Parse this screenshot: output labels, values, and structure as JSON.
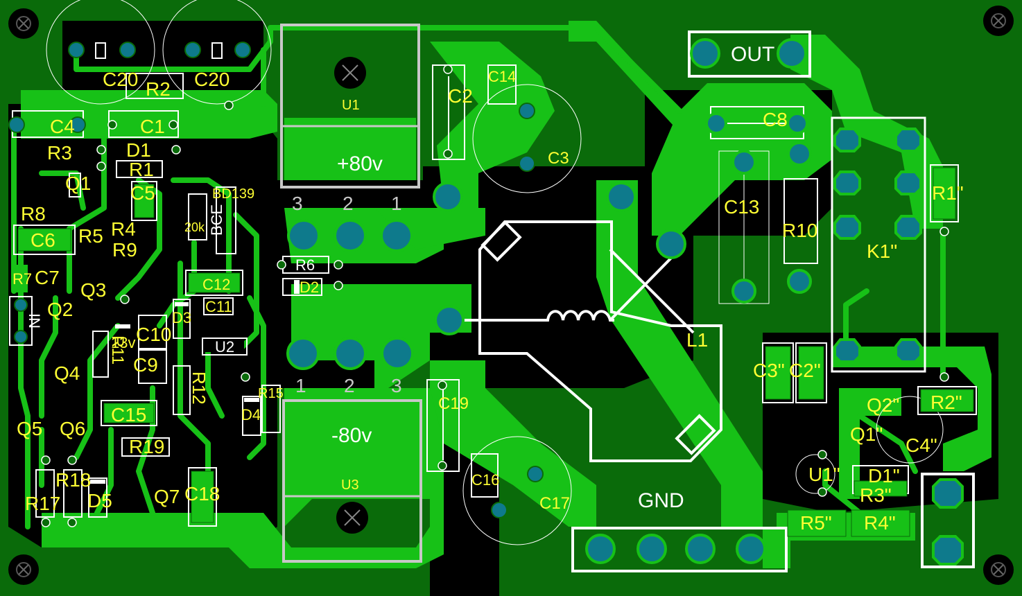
{
  "colors": {
    "board": "#0a6b0a",
    "copper": "#17c117",
    "void": "#000000",
    "pad": "#0e7a8c",
    "silk": "#ffffff",
    "label": "#ffff33",
    "outline": "#c8c8c8"
  },
  "connectors": {
    "out": "OUT",
    "gnd": "GND",
    "in": "IN"
  },
  "regulators": {
    "u1_name": "U1",
    "u1_voltage": "+80v",
    "u1_pin1": "1",
    "u1_pin2": "2",
    "u1_pin3": "3",
    "u3_name": "U3",
    "u3_voltage": "-80v",
    "u3_pin1": "1",
    "u3_pin2": "2",
    "u3_pin3": "3"
  },
  "labels": {
    "c20a": "C20",
    "c20b": "C20",
    "r2": "R2",
    "c4": "C4",
    "c1": "C1",
    "r3": "R3",
    "d1": "D1",
    "r1": "R1",
    "q1": "Q1",
    "c5": "C5",
    "r8": "R8",
    "c6": "C6",
    "r5": "R5",
    "r4": "R4",
    "r9": "R9",
    "r7": "R7",
    "c7": "C7",
    "q3": "Q3",
    "q2": "Q2",
    "r11": "R11",
    "v13": "13v",
    "c10": "C10",
    "c9": "C9",
    "q4": "Q4",
    "r12": "R12",
    "c15": "C15",
    "q5": "Q5",
    "q6": "Q6",
    "r19": "R19",
    "r18": "R18",
    "r17": "R17",
    "d5": "D5",
    "q7": "Q7",
    "c18": "C18",
    "bd139": "BD139",
    "bce": "BCE",
    "k20": "20k",
    "c12": "C12",
    "c11": "C11",
    "d3": "D3",
    "u2": "U2",
    "r6": "R6",
    "d2": "D2",
    "r15": "R15",
    "d4": "D4",
    "c2": "C2",
    "c14": "C14",
    "c3": "C3",
    "c19": "C19",
    "c16": "C16",
    "c17": "C17",
    "c8": "C8",
    "c13": "C13",
    "r10": "R10",
    "l1": "L1",
    "k1": "K1\"",
    "r1p": "R1\"",
    "c3p": "C3\"",
    "c2p": "C2\"",
    "q2p": "Q2\"",
    "r2p": "R2\"",
    "q1p": "Q1\"",
    "c4p": "C4\"",
    "u1p": "U1\"",
    "d1p": "D1\"",
    "r3p": "R3\"",
    "r5p": "R5\"",
    "r4p": "R4\""
  }
}
